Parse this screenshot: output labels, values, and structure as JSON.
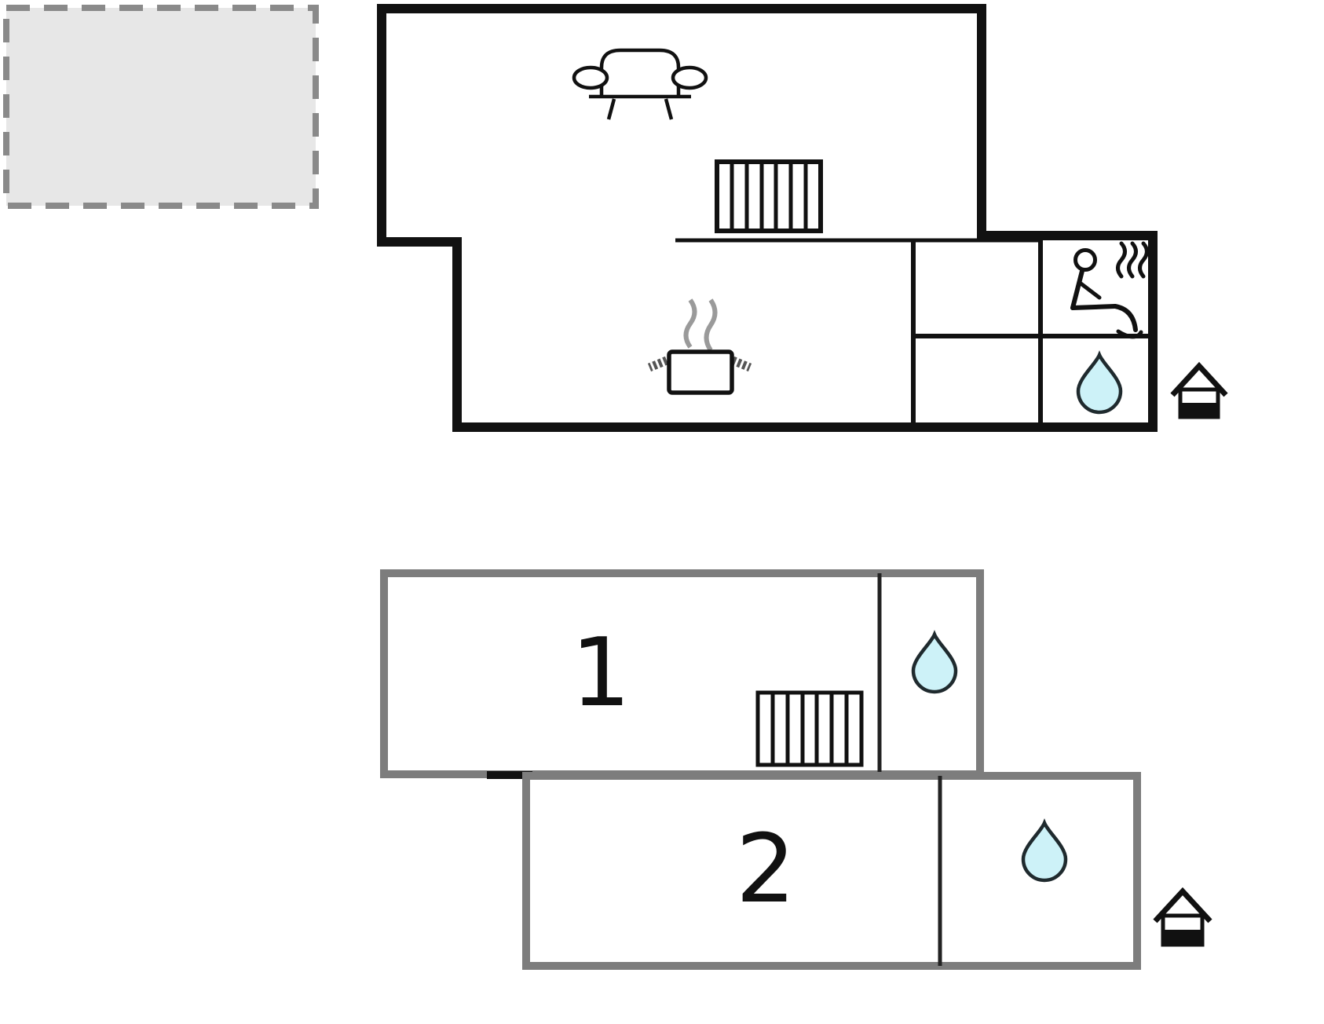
{
  "plan": {
    "kind": "floor-plan",
    "upper_floor": {
      "icons": [
        "terrace-dashed-outline",
        "sofa-icon",
        "radiator-icon",
        "cooking-pot-icon",
        "steam-icon",
        "sauna-icon",
        "water-drop-icon",
        "entrance-icon"
      ]
    },
    "lower_floor": {
      "rooms": [
        {
          "label": "1"
        },
        {
          "label": "2"
        }
      ],
      "icons": [
        "radiator-icon",
        "water-drop-icon",
        "water-drop-icon",
        "entrance-icon"
      ]
    }
  },
  "colors": {
    "background": "#ffffff",
    "wall_black": "#111111",
    "wall_gray": "#7d7d7d",
    "interior_wall": "#222222",
    "terrace_fill": "#e7e7e7",
    "terrace_border": "#8a8a8a",
    "water_drop_fill": "#cdf2f8",
    "water_drop_stroke": "#1f2a2e",
    "steam_gray": "#9a9a9a"
  }
}
